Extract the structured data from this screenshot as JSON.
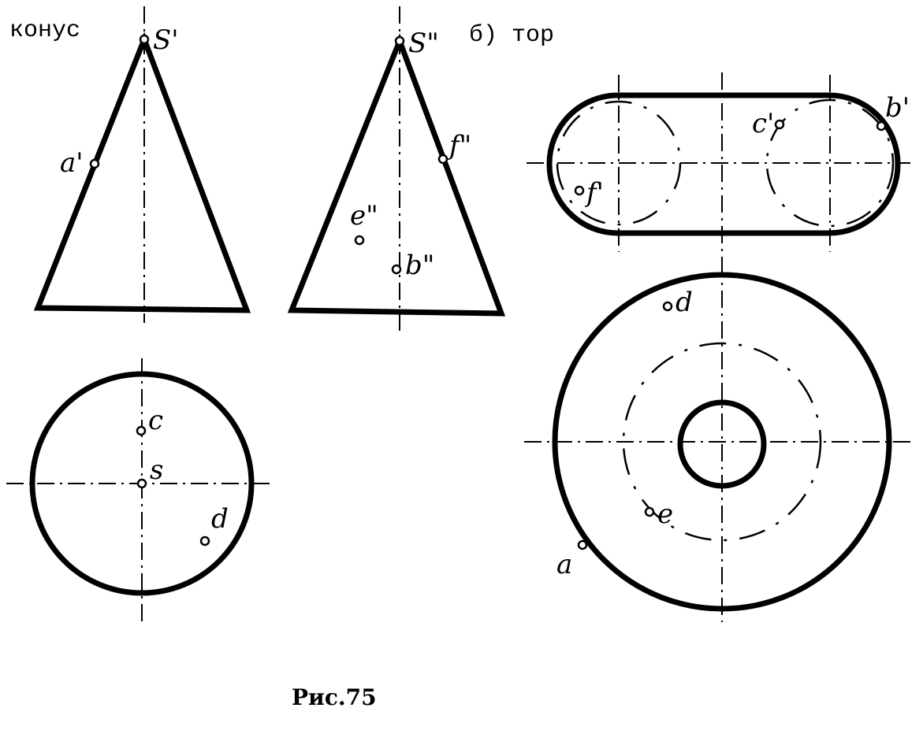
{
  "labels": {
    "cone_title": "конус",
    "torus_title": "б) тор",
    "caption": "Рис.75"
  },
  "points": {
    "s_front": "S'",
    "s_side": "S\"",
    "a_front": "a'",
    "f_side": "f\"",
    "e_side": "e\"",
    "b_side": "b\"",
    "c_top": "c",
    "s_top": "s",
    "d_top": "d",
    "torus_b_front": "b'",
    "torus_c_front": "c'",
    "torus_f_front": "f'",
    "torus_d_top": "d",
    "torus_e_top": "e",
    "torus_a_top": "a"
  }
}
